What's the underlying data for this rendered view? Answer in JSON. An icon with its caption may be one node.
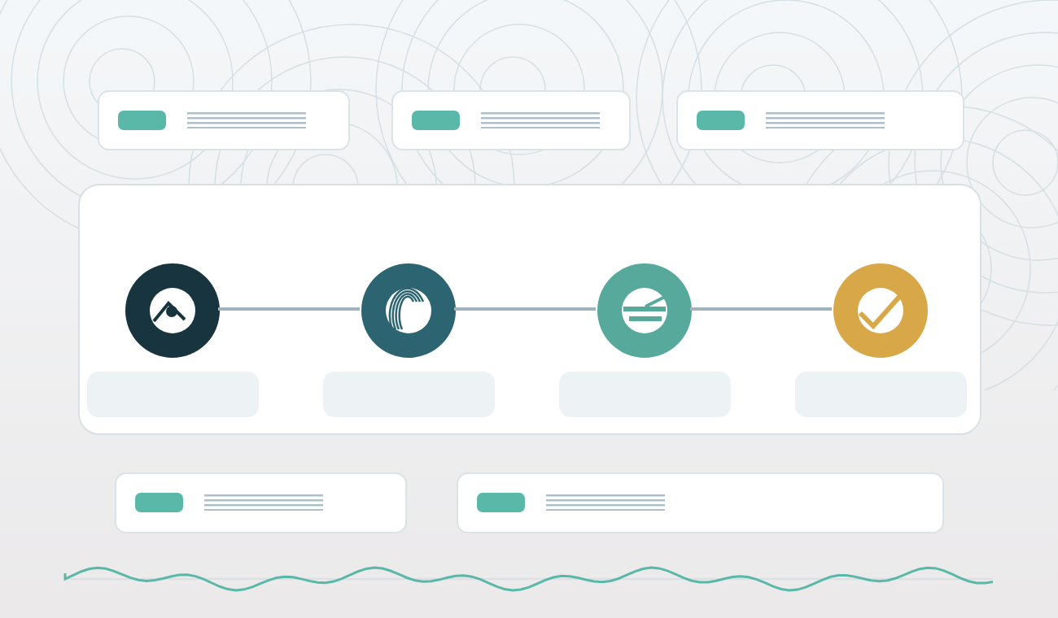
{
  "diagram": {
    "nodes": [
      {
        "text": [],
        "shape": "box"
      },
      {
        "text": [],
        "shape": "box"
      },
      {
        "text": [],
        "shape": "box"
      },
      {
        "text": [],
        "shape": "box"
      },
      {
        "text": [],
        "shape": "circle",
        "in": 3
      },
      {
        "text": [],
        "shape": "circle",
        "in": 3
      },
      {
        "text": [],
        "shape": "circle",
        "in": 3
      },
      {
        "text": [],
        "shape": "circle",
        "in": 3
      },
      {
        "text": [],
        "shape": "box",
        "in": 3
      },
      {
        "text": [],
        "shape": "box",
        "in": 3
      },
      {
        "text": [],
        "shape": "box",
        "in": 3
      },
      {
        "text": [],
        "shape": "box",
        "in": 3
      },
      {
        "text": [],
        "shape": "box"
      },
      {
        "text": [],
        "shape": "box"
      }
    ],
    "edges": [
      {
        "from": 4,
        "to": 5,
        "arrow": "none"
      },
      {
        "from": 5,
        "to": 6,
        "arrow": "none"
      },
      {
        "from": 6,
        "to": 7,
        "arrow": "none"
      }
    ]
  }
}
